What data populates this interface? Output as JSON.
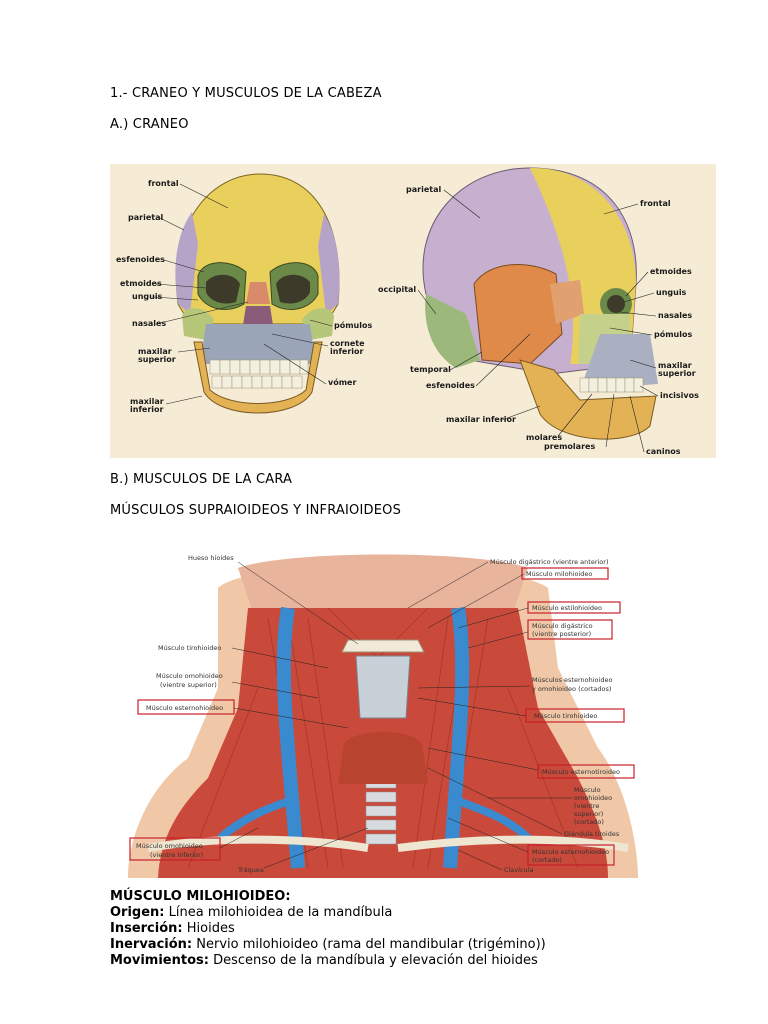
{
  "headings": {
    "section1": "1.- CRANEO Y MUSCULOS DE LA CABEZA",
    "craneo": "A.) CRANEO",
    "musculos_cara": "B.) MUSCULOS DE LA CARA",
    "supra_infra": "MÚSCULOS SUPRAIOIDEOS Y INFRAIOIDEOS"
  },
  "skull_labels": {
    "front_left": [
      "frontal",
      "parietal",
      "esfenoides",
      "etmoides",
      "unguis",
      "nasales",
      "maxilar",
      "superior",
      "maxilar",
      "inferior"
    ],
    "front_right": [
      "pómulos",
      "cornete",
      "inferior",
      "vómer"
    ],
    "lateral": [
      "parietal",
      "frontal",
      "occipital",
      "etmoides",
      "unguis",
      "nasales",
      "pómulos",
      "maxilar",
      "superior",
      "temporal",
      "esfenoides",
      "incisivos",
      "maxilar inferior",
      "molares",
      "premolares",
      "caninos"
    ]
  },
  "neck_labels": {
    "left": [
      "Hueso hioides",
      "Músculo tirohioideo",
      "Músculo omohioideo",
      "(vientre superior)",
      "Músculo esternohioideo",
      "Músculo omohioideo",
      "(vientre inferior)",
      "Tráquea"
    ],
    "right": [
      "Músculo digástrico (vientre anterior)",
      "Músculo milohioideo",
      "Músculo estilohioideo",
      "Músculo digástrico",
      "(vientre posterior)",
      "Músculos esternohioideo",
      "y omohioideo (cortados)",
      "Músculo tirohioideo",
      "Músculo esternotiroideo",
      "Músculo",
      "omohioideo",
      "(vientre",
      "superior)",
      "(cortado)",
      "Glándula tiroides",
      "Músculo esternohioideo",
      "(cortado)",
      "Clavícula"
    ]
  },
  "muscle_info": {
    "title": "MÚSCULO MILOHIOIDEO:",
    "origen_label": "Origen:",
    "origen_value": "Línea milohioidea de la mandíbula",
    "insercion_label": "Inserción:",
    "insercion_value": "Hioides",
    "inervacion_label": "Inervación:",
    "inervacion_value": "Nervio milohioideo (rama del mandibular (trigémino))",
    "movimientos_label": "Movimientos:",
    "movimientos_value": "Descenso de la mandíbula y elevación del hioides"
  }
}
